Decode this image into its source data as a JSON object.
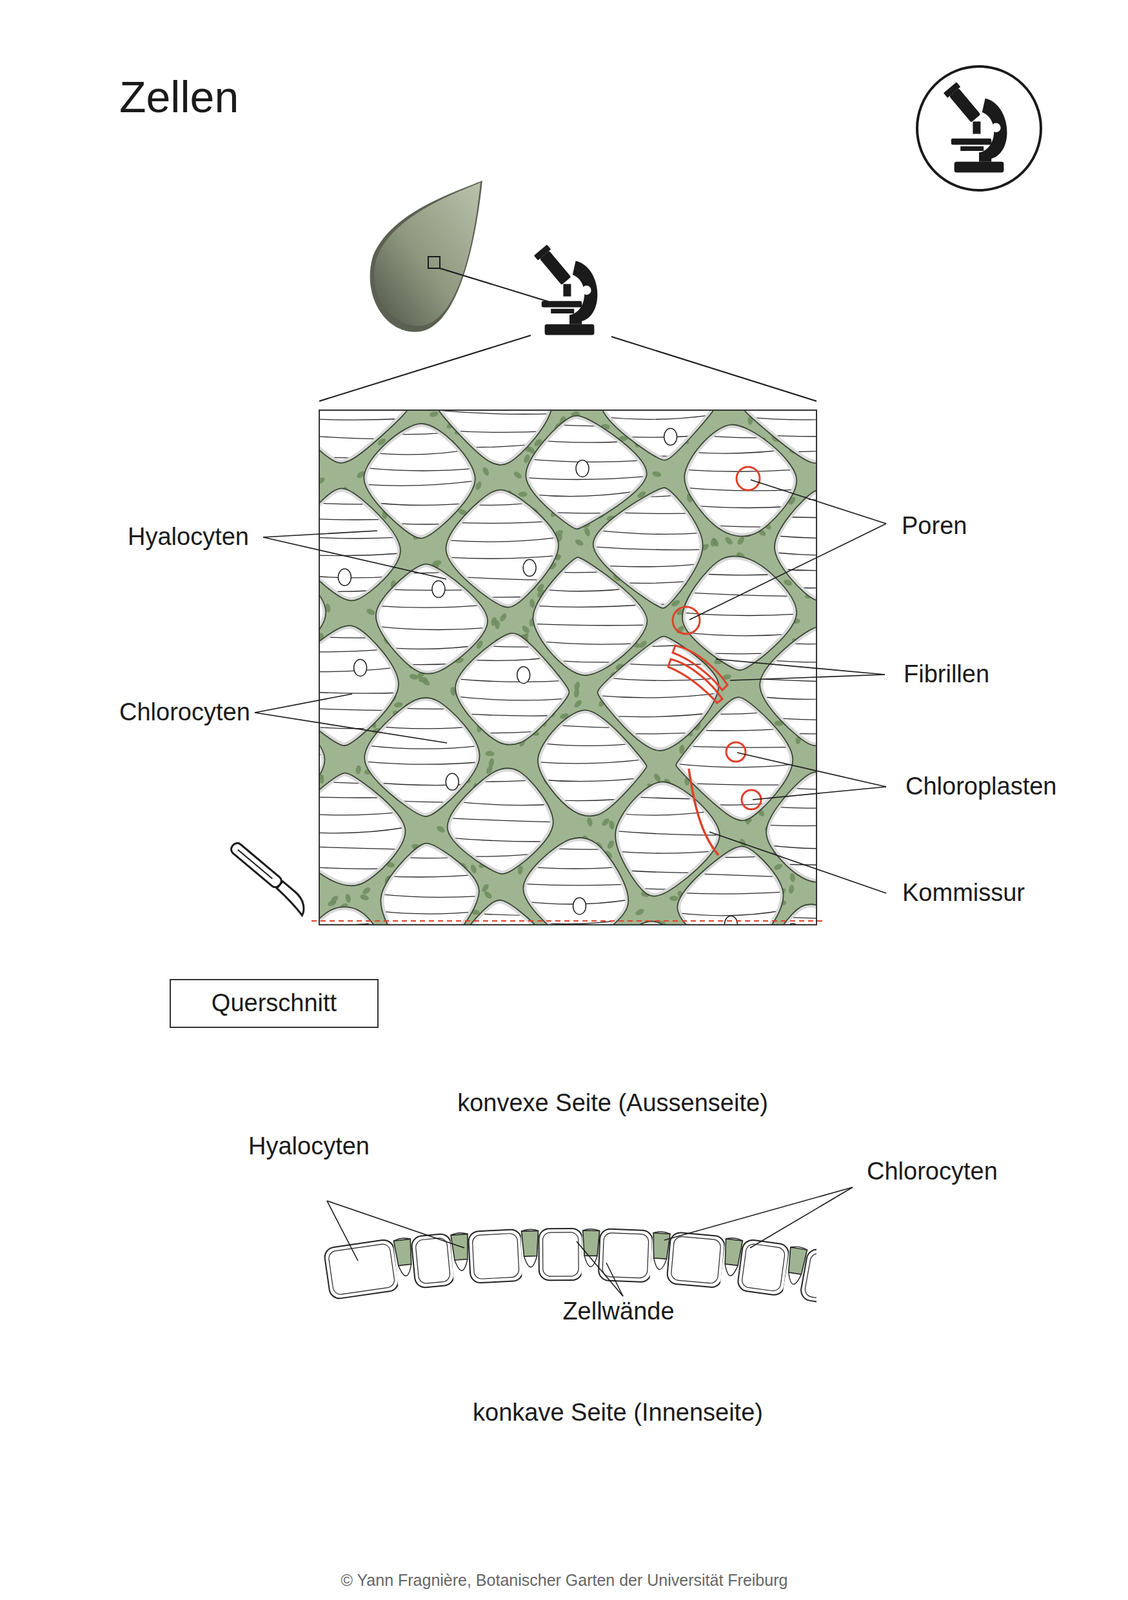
{
  "diagram": {
    "title": "Zellen",
    "nodes": [
      {
        "text": [
          "Querschnitt"
        ]
      }
    ],
    "labels": [
      "Hyalocyten",
      "Chlorocyten",
      "Poren",
      "Fibrillen",
      "Chloroplasten",
      "Kommissur",
      "konvexe Seite (Aussenseite)",
      "Hyalocyten",
      "Chlorocyten",
      "Zellwände",
      "konkave Seite (Innenseite)",
      "© Yann Fragnière, Botanischer Garten der Universität Freiburg"
    ]
  }
}
